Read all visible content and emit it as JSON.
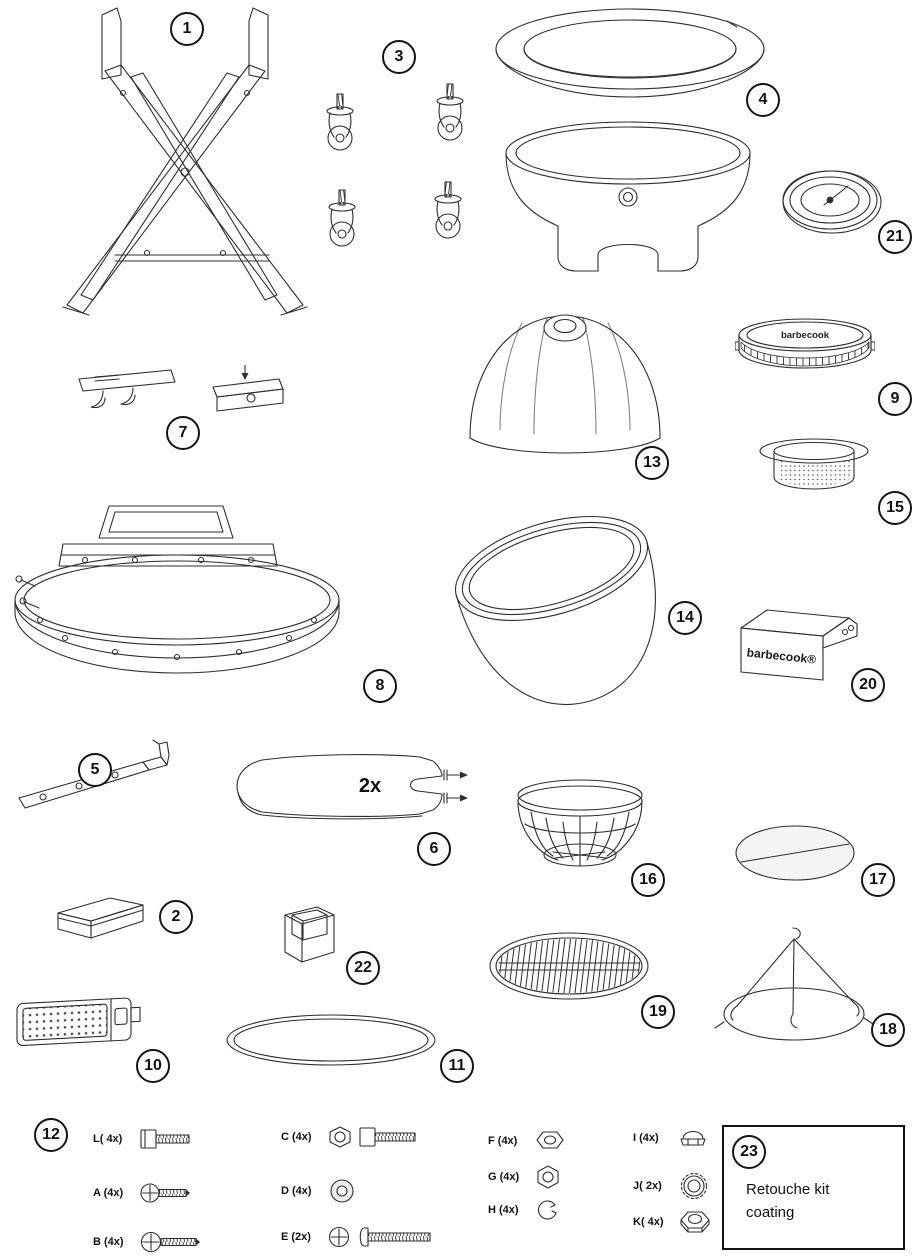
{
  "page": {
    "background": "#ffffff",
    "line_color": "#2e2e2e",
    "badge_border": "#141414"
  },
  "badges": {
    "n1": "1",
    "n2": "2",
    "n3": "3",
    "n4": "4",
    "n5": "5",
    "n6": "6",
    "n7": "7",
    "n8": "8",
    "n9": "9",
    "n10": "10",
    "n11": "11",
    "n12": "12",
    "n13": "13",
    "n14": "14",
    "n15": "15",
    "n16": "16",
    "n17": "17",
    "n18": "18",
    "n19": "19",
    "n20": "20",
    "n21": "21",
    "n22": "22",
    "n23": "23"
  },
  "annotations": {
    "shelf_quantity": "2x",
    "vent_brand": "barbecook",
    "box_brand": "barbecook®"
  },
  "hardware": {
    "L": "L( 4x)",
    "A": "A (4x)",
    "B": "B (4x)",
    "C": "C (4x)",
    "D": "D (4x)",
    "E": "E (2x)",
    "F": "F (4x)",
    "G": "G (4x)",
    "H": "H (4x)",
    "I": "I (4x)",
    "J": "J( 2x)",
    "K": "K( 4x)"
  },
  "retouche": {
    "line1": "Retouche kit",
    "line2": "coating"
  }
}
